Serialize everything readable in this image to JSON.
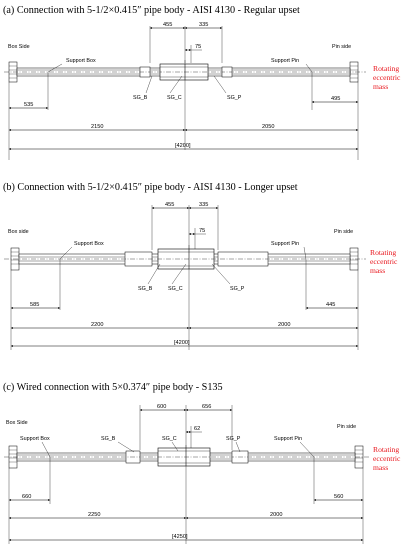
{
  "panels": [
    {
      "title": "(a) Connection with 5-1/2×0.415″ pipe body - AISI 4130 - Regular upset",
      "left_side": "Box Side",
      "right_side": "Pin side",
      "support_left": "Support Box",
      "support_right": "Support Pin",
      "gauges": [
        "SG_B",
        "SG_C",
        "SG_P"
      ],
      "rotating": [
        "Rotating",
        "eccentric",
        "mass"
      ],
      "dims": {
        "top_left": "455",
        "top_right": "335",
        "mid": "75",
        "left_support": "535",
        "right_support": "495",
        "left_total": "2150",
        "right_total": "2050",
        "total": "[4200]"
      }
    },
    {
      "title": "(b) Connection with 5-1/2×0.415″ pipe body - AISI 4130 - Longer upset",
      "left_side": "Box side",
      "right_side": "Pin side",
      "support_left": "Support Box",
      "support_right": "Support Pin",
      "gauges": [
        "SG_B",
        "SG_C",
        "SG_P"
      ],
      "rotating": [
        "Rotating",
        "eccentric",
        "mass"
      ],
      "dims": {
        "top_left": "455",
        "top_right": "335",
        "mid": "75",
        "left_support": "585",
        "right_support": "445",
        "left_total": "2200",
        "right_total": "2000",
        "total": "[4200]"
      }
    },
    {
      "title": "(c) Wired connection with 5×0.374″ pipe body - S135",
      "left_side": "Box Side",
      "right_side": "Pin side",
      "support_left": "Support Box",
      "support_right": "Support Pin",
      "gauges": [
        "SG_B",
        "SG_C",
        "SG_P"
      ],
      "rotating": [
        "Rotating",
        "eccentric",
        "mass"
      ],
      "dims": {
        "top_left": "600",
        "top_right": "656",
        "mid": "62",
        "left_support": "660",
        "right_support": "560",
        "left_total": "2250",
        "right_total": "2000",
        "total": "[4250]"
      }
    }
  ]
}
